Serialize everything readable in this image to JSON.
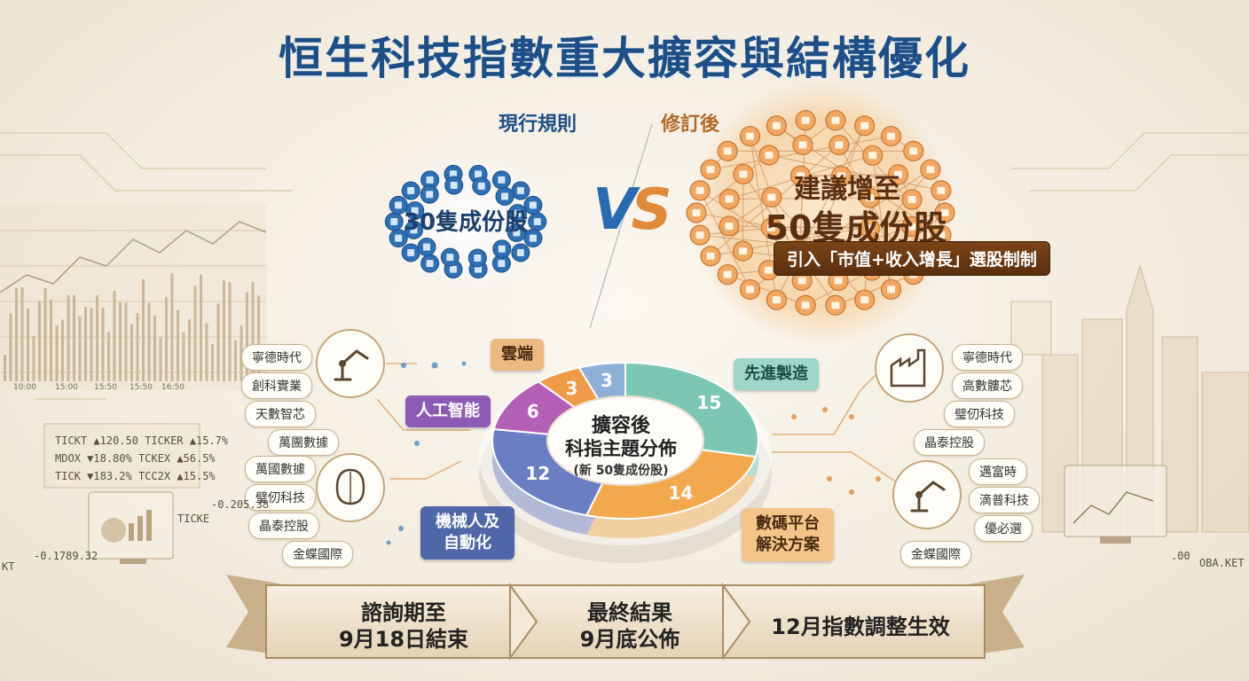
{
  "title": "恒生科技指數重大擴容與結構優化",
  "comparison": {
    "current_label": "現行規則",
    "revised_label": "修訂後",
    "vs_v": "V",
    "vs_s": "S",
    "current_count": "30隻成份股",
    "revised_line1": "建議增至",
    "revised_line2": "50隻成份股",
    "revised_rule": "引入「市值+收入增長」選股制制"
  },
  "chart_data": {
    "type": "pie",
    "title": "擴容後",
    "subtitle": "科指主題分佈",
    "note": "(新 50隻成份股)",
    "categories": [
      "先進製造",
      "數碼平台解決方案",
      "機械人及自動化",
      "人工智能",
      "雲端",
      ""
    ],
    "values": [
      15,
      14,
      12,
      6,
      3,
      3
    ],
    "colors": [
      "#7cc6b4",
      "#f2a94e",
      "#6a7ec4",
      "#b45fb6",
      "#ee9a46",
      "#8fb0d6"
    ]
  },
  "themes": {
    "cloud": "雲端",
    "ai": "人工智能",
    "robot": "機械人及自動化",
    "mfg": "先進製造",
    "digital": "數碼平台解決方案"
  },
  "left_pills": [
    "寧德時代",
    "創科實業",
    "天數智芯",
    "萬團數據",
    "萬國數據",
    "璧仞科技",
    "晶泰控股",
    "金蝶國際"
  ],
  "right_pills_top": [
    "寧德時代",
    "高數髏芯",
    "璧仞科技",
    "晶泰控股"
  ],
  "right_pills_bottom": [
    "邁富時",
    "滴普科技",
    "優必選",
    "金蝶國際"
  ],
  "timeline": {
    "step1_line1": "諮詢期至",
    "step1_line2": "9月18日結束",
    "step2_line1": "最終結果",
    "step2_line2": "9月底公佈",
    "step3": "12月指數調整生效"
  },
  "background_text": {
    "times": [
      "10:00",
      "15:00",
      "15:50",
      "15:50",
      "16:50"
    ],
    "ticker_rows": [
      [
        "TICKT",
        "▲120.50",
        "TICKER",
        "▲15.7%"
      ],
      [
        "MDOX",
        "▼18.80%",
        "TCKEX",
        "▲56.5%"
      ],
      [
        "TICK",
        "▼183.2%",
        "TCC2X",
        "▲15.5%"
      ]
    ],
    "ticke": "TICKE",
    "neg1": "-0.205.38",
    "neg2": "-0.1789.32",
    "kt": "KT",
    "right1": ".00",
    "right2": "OBA.KET"
  },
  "colors": {
    "title": "#1d4f86",
    "accent_orange": "#e08a3b",
    "accent_blue": "#2a6ab0"
  }
}
